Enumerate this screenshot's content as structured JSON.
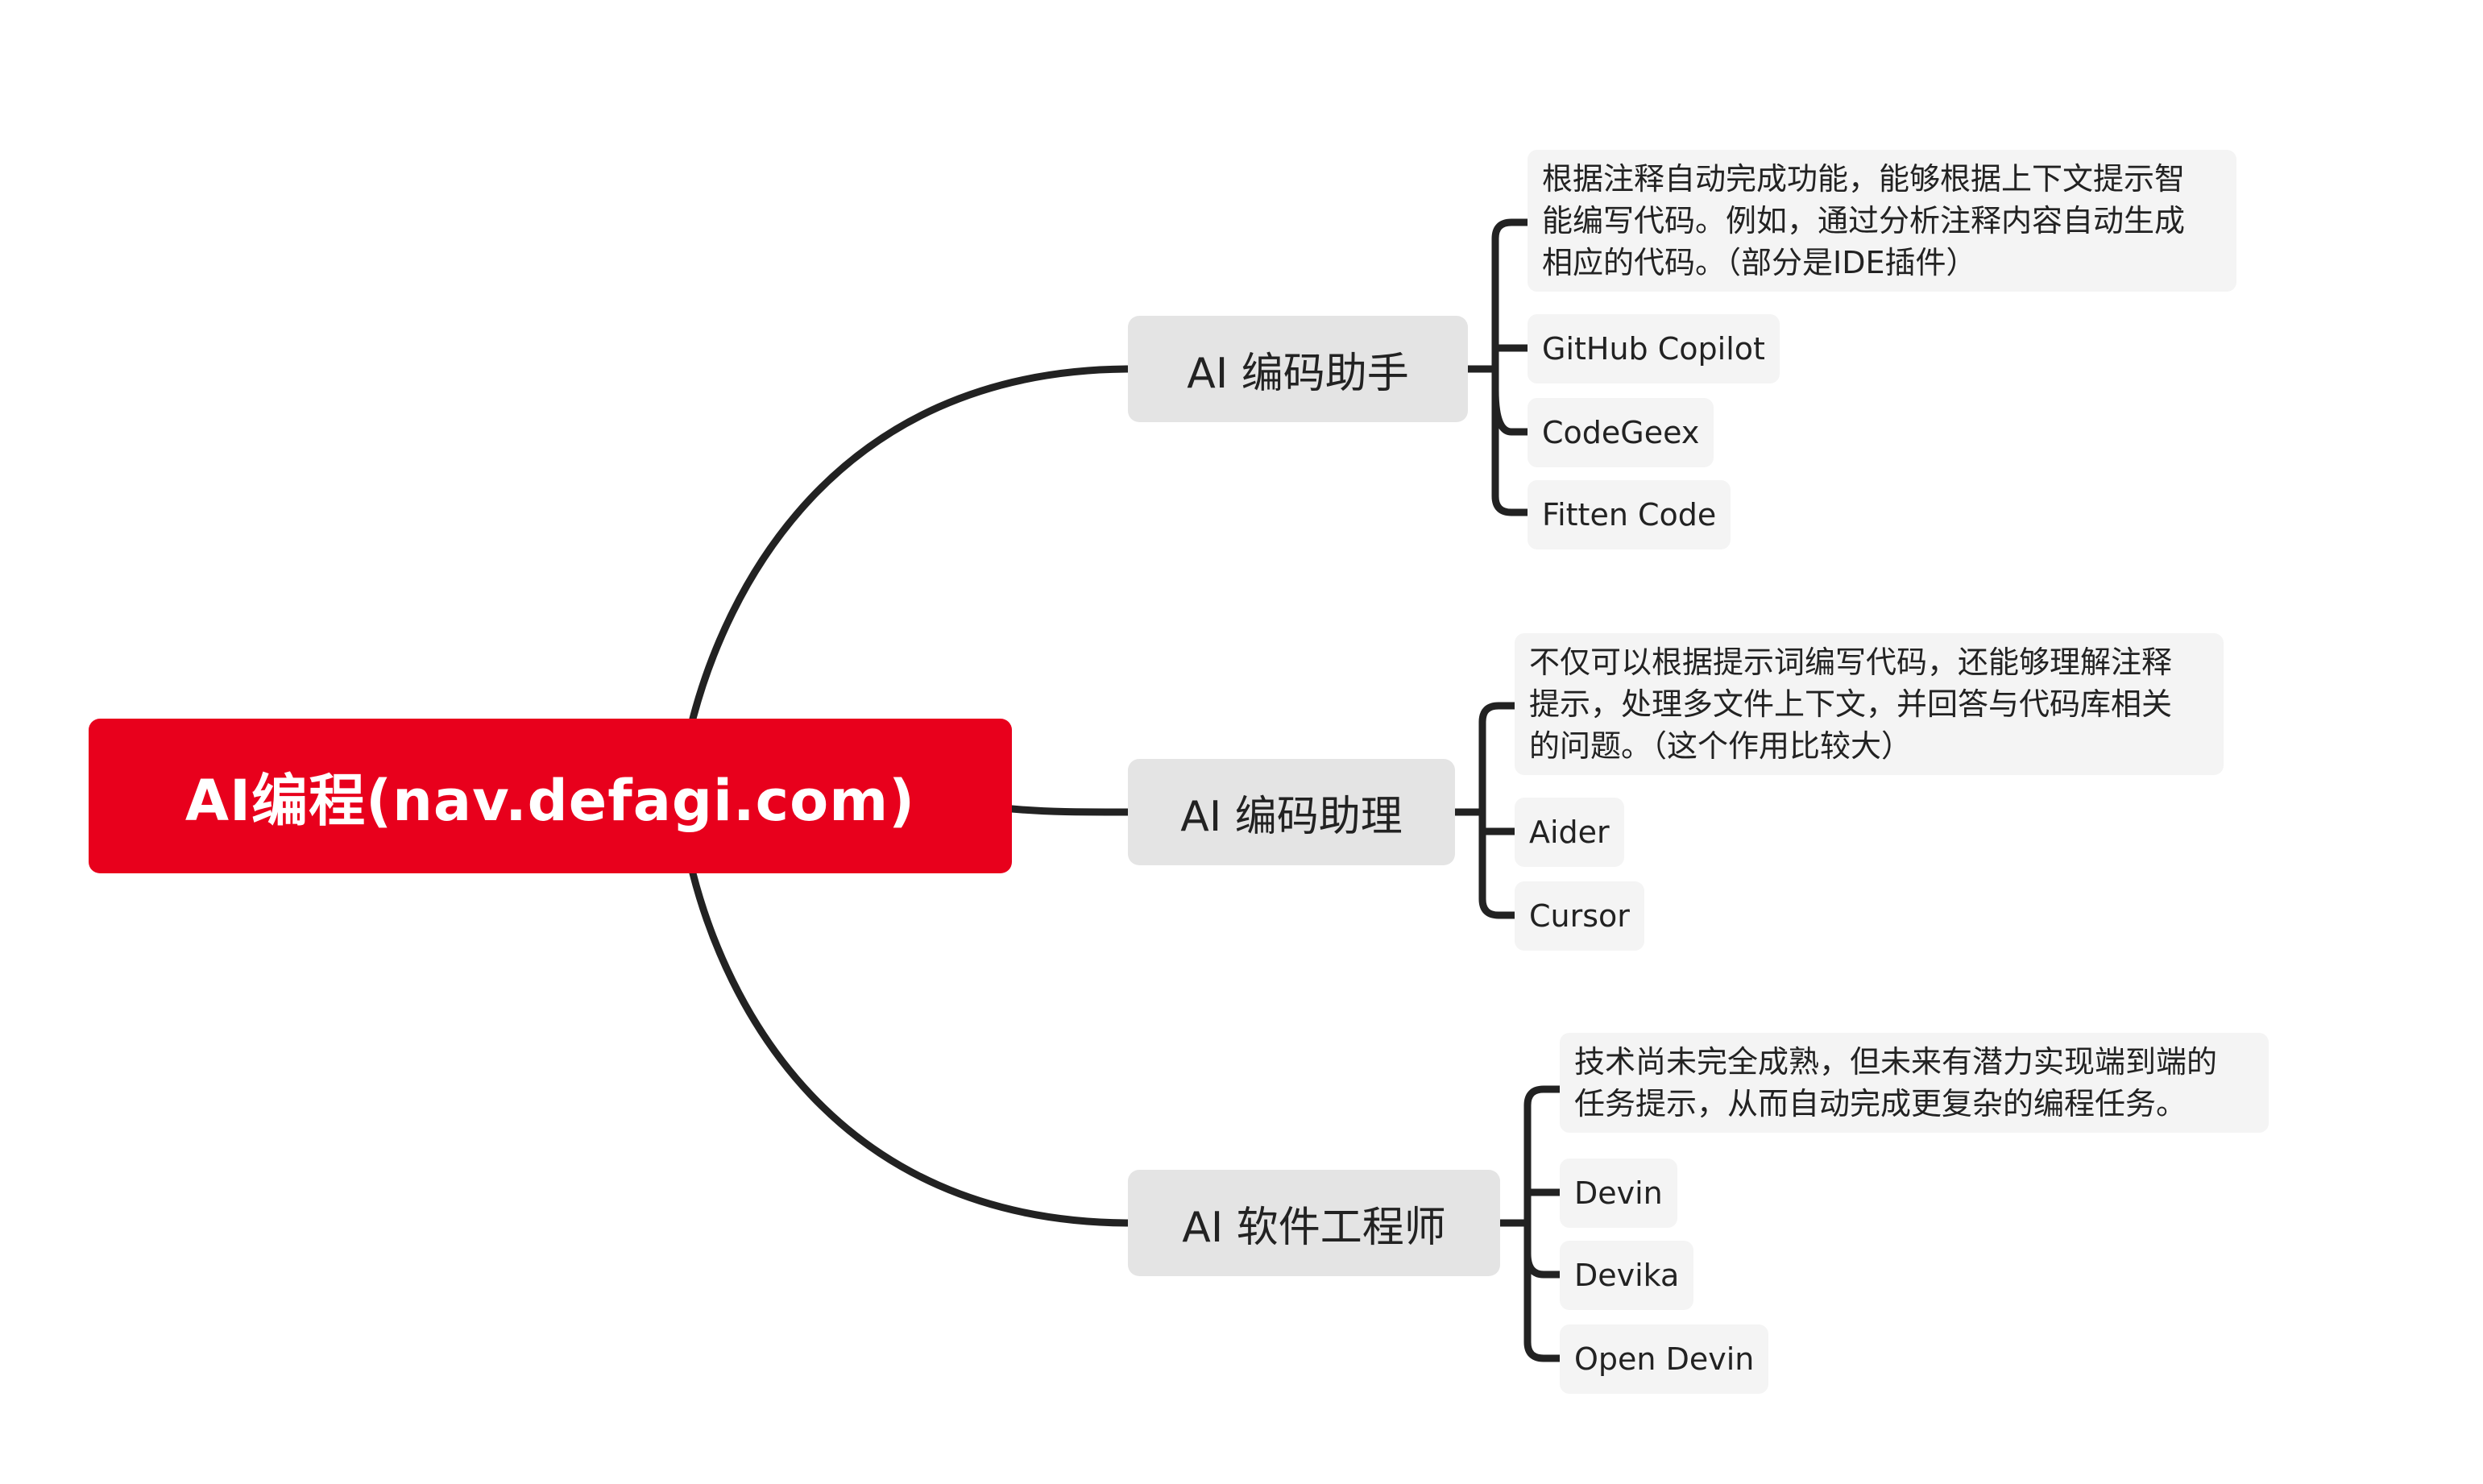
{
  "root": {
    "title": "AI编程(nav.defagi.com)"
  },
  "branches": [
    {
      "label": "AI 编码助手",
      "description": [
        "根据注释自动完成功能，能够根据上下文提示智",
        "能编写代码。例如，通过分析注释内容自动生成",
        "相应的代码。（部分是IDE插件）"
      ],
      "items": [
        "GitHub Copilot",
        "CodeGeex",
        "Fitten Code"
      ]
    },
    {
      "label": "AI 编码助理",
      "description": [
        "不仅可以根据提示词编写代码，还能够理解注释",
        "提示，处理多文件上下文，并回答与代码库相关",
        "的问题。（这个作用比较大）"
      ],
      "items": [
        "Aider",
        "Cursor"
      ]
    },
    {
      "label": "AI 软件工程师",
      "description": [
        "技术尚未完全成熟，但未来有潜力实现端到端的",
        "任务提示，从而自动完成更复杂的编程任务。"
      ],
      "items": [
        "Devin",
        "Devika",
        "Open Devin"
      ]
    }
  ],
  "colors": {
    "root": "#e8001c",
    "branch": "#e4e4e4",
    "leaf": "#f4f4f4",
    "line": "#222222"
  }
}
